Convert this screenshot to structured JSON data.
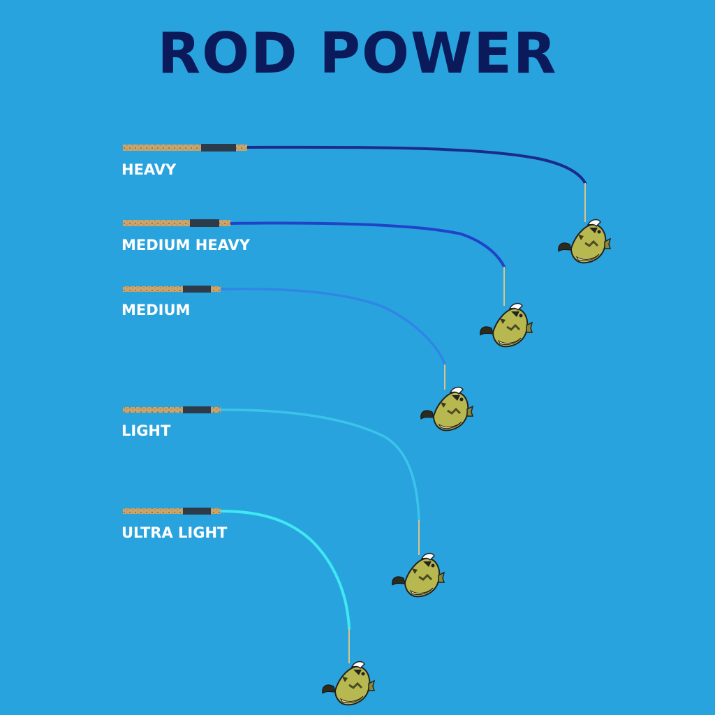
{
  "title": "ROD POWER",
  "rods": [
    {
      "label": "HEAVY",
      "blank_color": "#1c2a8a"
    },
    {
      "label": "MEDIUM HEAVY",
      "blank_color": "#1f44c8"
    },
    {
      "label": "MEDIUM",
      "blank_color": "#2f86e6"
    },
    {
      "label": "LIGHT",
      "blank_color": "#3ac4ec"
    },
    {
      "label": "ULTRA LIGHT",
      "blank_color": "#3fe8f2"
    }
  ],
  "colors": {
    "background": "#29a3dd",
    "title": "#0b1a5a",
    "cork": "#c9a46c",
    "line": "#d8c48a",
    "fish_body": "#b8b850"
  },
  "icons": [
    "fishing-rod-icon",
    "bass-fish-icon"
  ]
}
